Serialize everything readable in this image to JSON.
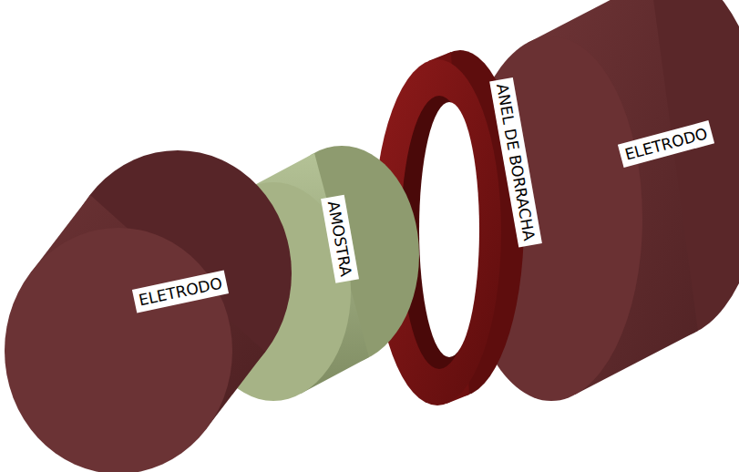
{
  "diagram": {
    "labels": [
      "ELETRODO",
      "AMOSTRA",
      "ANEL DE BORRACHA",
      "ELETRODO"
    ]
  }
}
